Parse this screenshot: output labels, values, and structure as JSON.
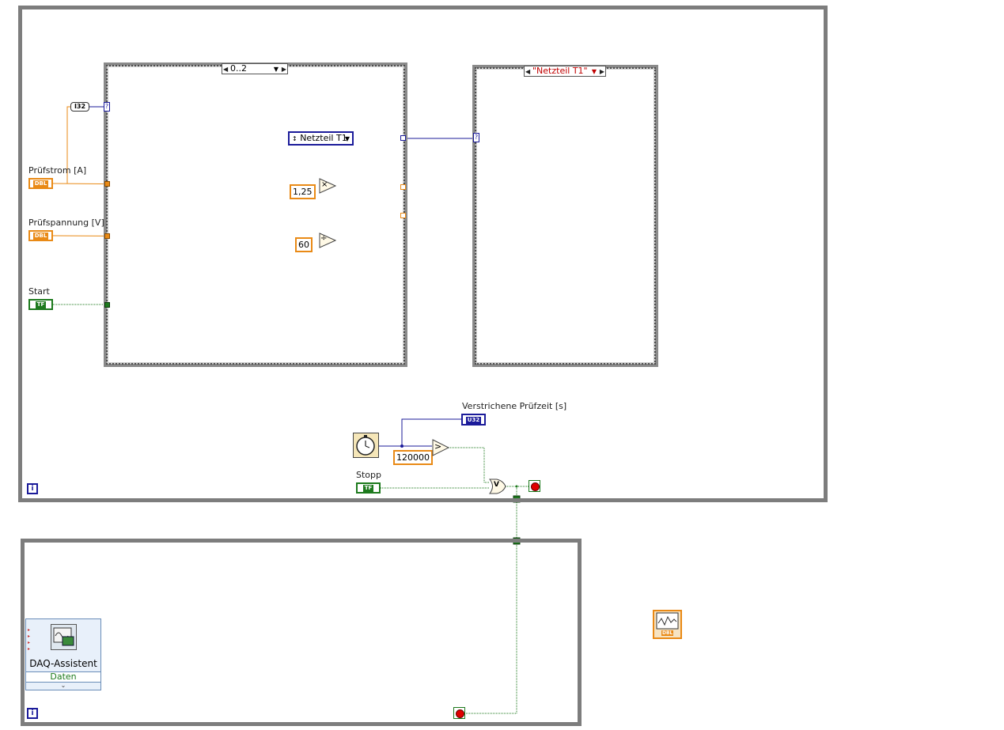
{
  "case_structures": {
    "left_selector": "0..2",
    "right_selector": "\"Netzteil T1\""
  },
  "controls": {
    "pruefstrom_label": "Prüfstrom [A]",
    "pruefspannung_label": "Prüfspannung [V]",
    "start_label": "Start",
    "stopp_label": "Stopp",
    "dbl_tag": "DBL",
    "tf_tag": "TF"
  },
  "constants": {
    "i32_tag": "I32",
    "multiplier": "1,25",
    "divisor": "60",
    "timeout": "120000"
  },
  "enum": {
    "value": "Netzteil T1"
  },
  "indicators": {
    "elapsed_label": "Verstrichene Prüfzeit [s]",
    "u32_tag": "U32"
  },
  "operators": {
    "multiply": "×",
    "divide": "÷",
    "greater": ">",
    "or": "V"
  },
  "loops": {
    "iteration_symbol": "i"
  },
  "daq": {
    "title": "DAQ-Assistent",
    "output": "Daten"
  },
  "floating_icon_tag": "DBL",
  "colors": {
    "wire_orange": "#e98a16",
    "wire_blue": "#1b1b9a",
    "wire_green": "#1d7a1d",
    "loop_border": "#7d7d7d",
    "stop_red": "#e00000"
  }
}
